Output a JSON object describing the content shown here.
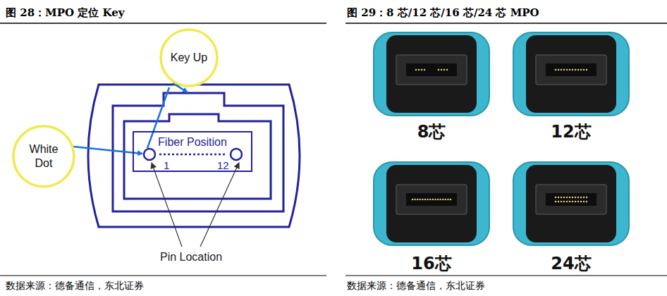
{
  "diagram": {
    "title": "图 28：MPO 定位 Key",
    "nodes": [
      {
        "text": [
          "Key Up"
        ]
      },
      {
        "text": [
          "White Dot"
        ]
      },
      {
        "text": [
          "Fiber Position",
          "1",
          "12"
        ]
      }
    ],
    "labels": [
      "图 29：8 芯/12 芯/16 芯/24 芯 MPO",
      "Pin Location",
      "8芯",
      "12芯",
      "16芯",
      "24芯",
      "数据来源：德备通信，东北证券",
      "数据来源：德备通信，东北证券"
    ]
  }
}
